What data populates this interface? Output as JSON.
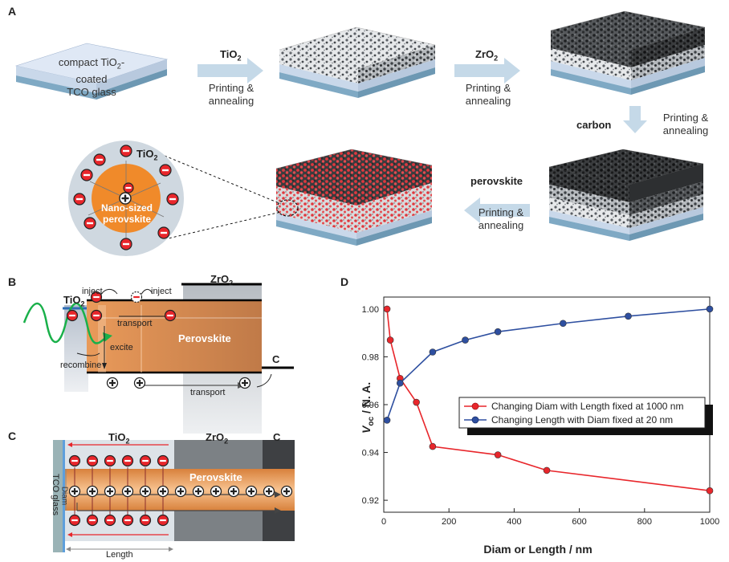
{
  "figure": {
    "panel_letters": [
      "A",
      "B",
      "C",
      "D"
    ]
  },
  "panel_a": {
    "glass_label_line1": "compact TiO",
    "glass_label_sub": "2",
    "glass_label_line1b": "-coated",
    "glass_label_line2": "TCO glass",
    "step1": {
      "material": "TiO",
      "material_sub": "2",
      "line1": "Printing &",
      "line2": "annealing"
    },
    "step2": {
      "material": "ZrO",
      "material_sub": "2",
      "line1": "Printing &",
      "line2": "annealing"
    },
    "step3": {
      "material": "carbon",
      "line1": "Printing &",
      "line2": "annealing"
    },
    "step4": {
      "material": "perovskite",
      "line1": "Printing &",
      "line2": "annealing"
    },
    "circle_tio2": "TiO",
    "circle_tio2_sub": "2",
    "circle_core_line1": "Nano-sized",
    "circle_core_line2": "perovskite"
  },
  "panel_b": {
    "zro2": "ZrO",
    "zro2_sub": "2",
    "tio2": "TiO",
    "tio2_sub": "2",
    "inject1": "inject",
    "inject2": "inject",
    "transport_top": "transport",
    "perovskite": "Perovskite",
    "excite": "excite",
    "recombine": "recombine",
    "c": "C",
    "transport_bottom": "transport"
  },
  "panel_c": {
    "tio2": "TiO",
    "tio2_sub": "2",
    "zro2": "ZrO",
    "zro2_sub": "2",
    "c": "C",
    "perovskite": "Perovskite",
    "tco_line1": "TCO glass",
    "diam": "Diam",
    "length": "Length"
  },
  "chart_data": {
    "type": "line",
    "ylabel_main": "V",
    "ylabel_sub": "oc",
    "ylabel_rest": " / N. A.",
    "xlabel": "Diam or Length / nm",
    "xlim": [
      0,
      1000
    ],
    "ylim": [
      0.915,
      1.005
    ],
    "xticks": [
      0,
      200,
      400,
      600,
      800,
      1000
    ],
    "yticks": [
      0.92,
      0.94,
      0.96,
      0.98,
      1.0
    ],
    "ytick_labels": [
      "0.92",
      "0.94",
      "0.96",
      "0.98",
      "1.00"
    ],
    "legend_position": "center-right",
    "series": [
      {
        "name": "Changing Diam with Length fixed at 1000 nm",
        "color": "#e8262b",
        "x": [
          10,
          20,
          50,
          100,
          150,
          350,
          500,
          1000
        ],
        "y": [
          1.0,
          0.987,
          0.971,
          0.961,
          0.9425,
          0.939,
          0.9325,
          0.924
        ]
      },
      {
        "name": "Changing Length with Diam fixed at 20 nm",
        "color": "#2e4fa0",
        "x": [
          10,
          50,
          150,
          250,
          350,
          550,
          750,
          1000
        ],
        "y": [
          0.9535,
          0.969,
          0.982,
          0.987,
          0.9905,
          0.994,
          0.997,
          1.0
        ]
      }
    ]
  }
}
